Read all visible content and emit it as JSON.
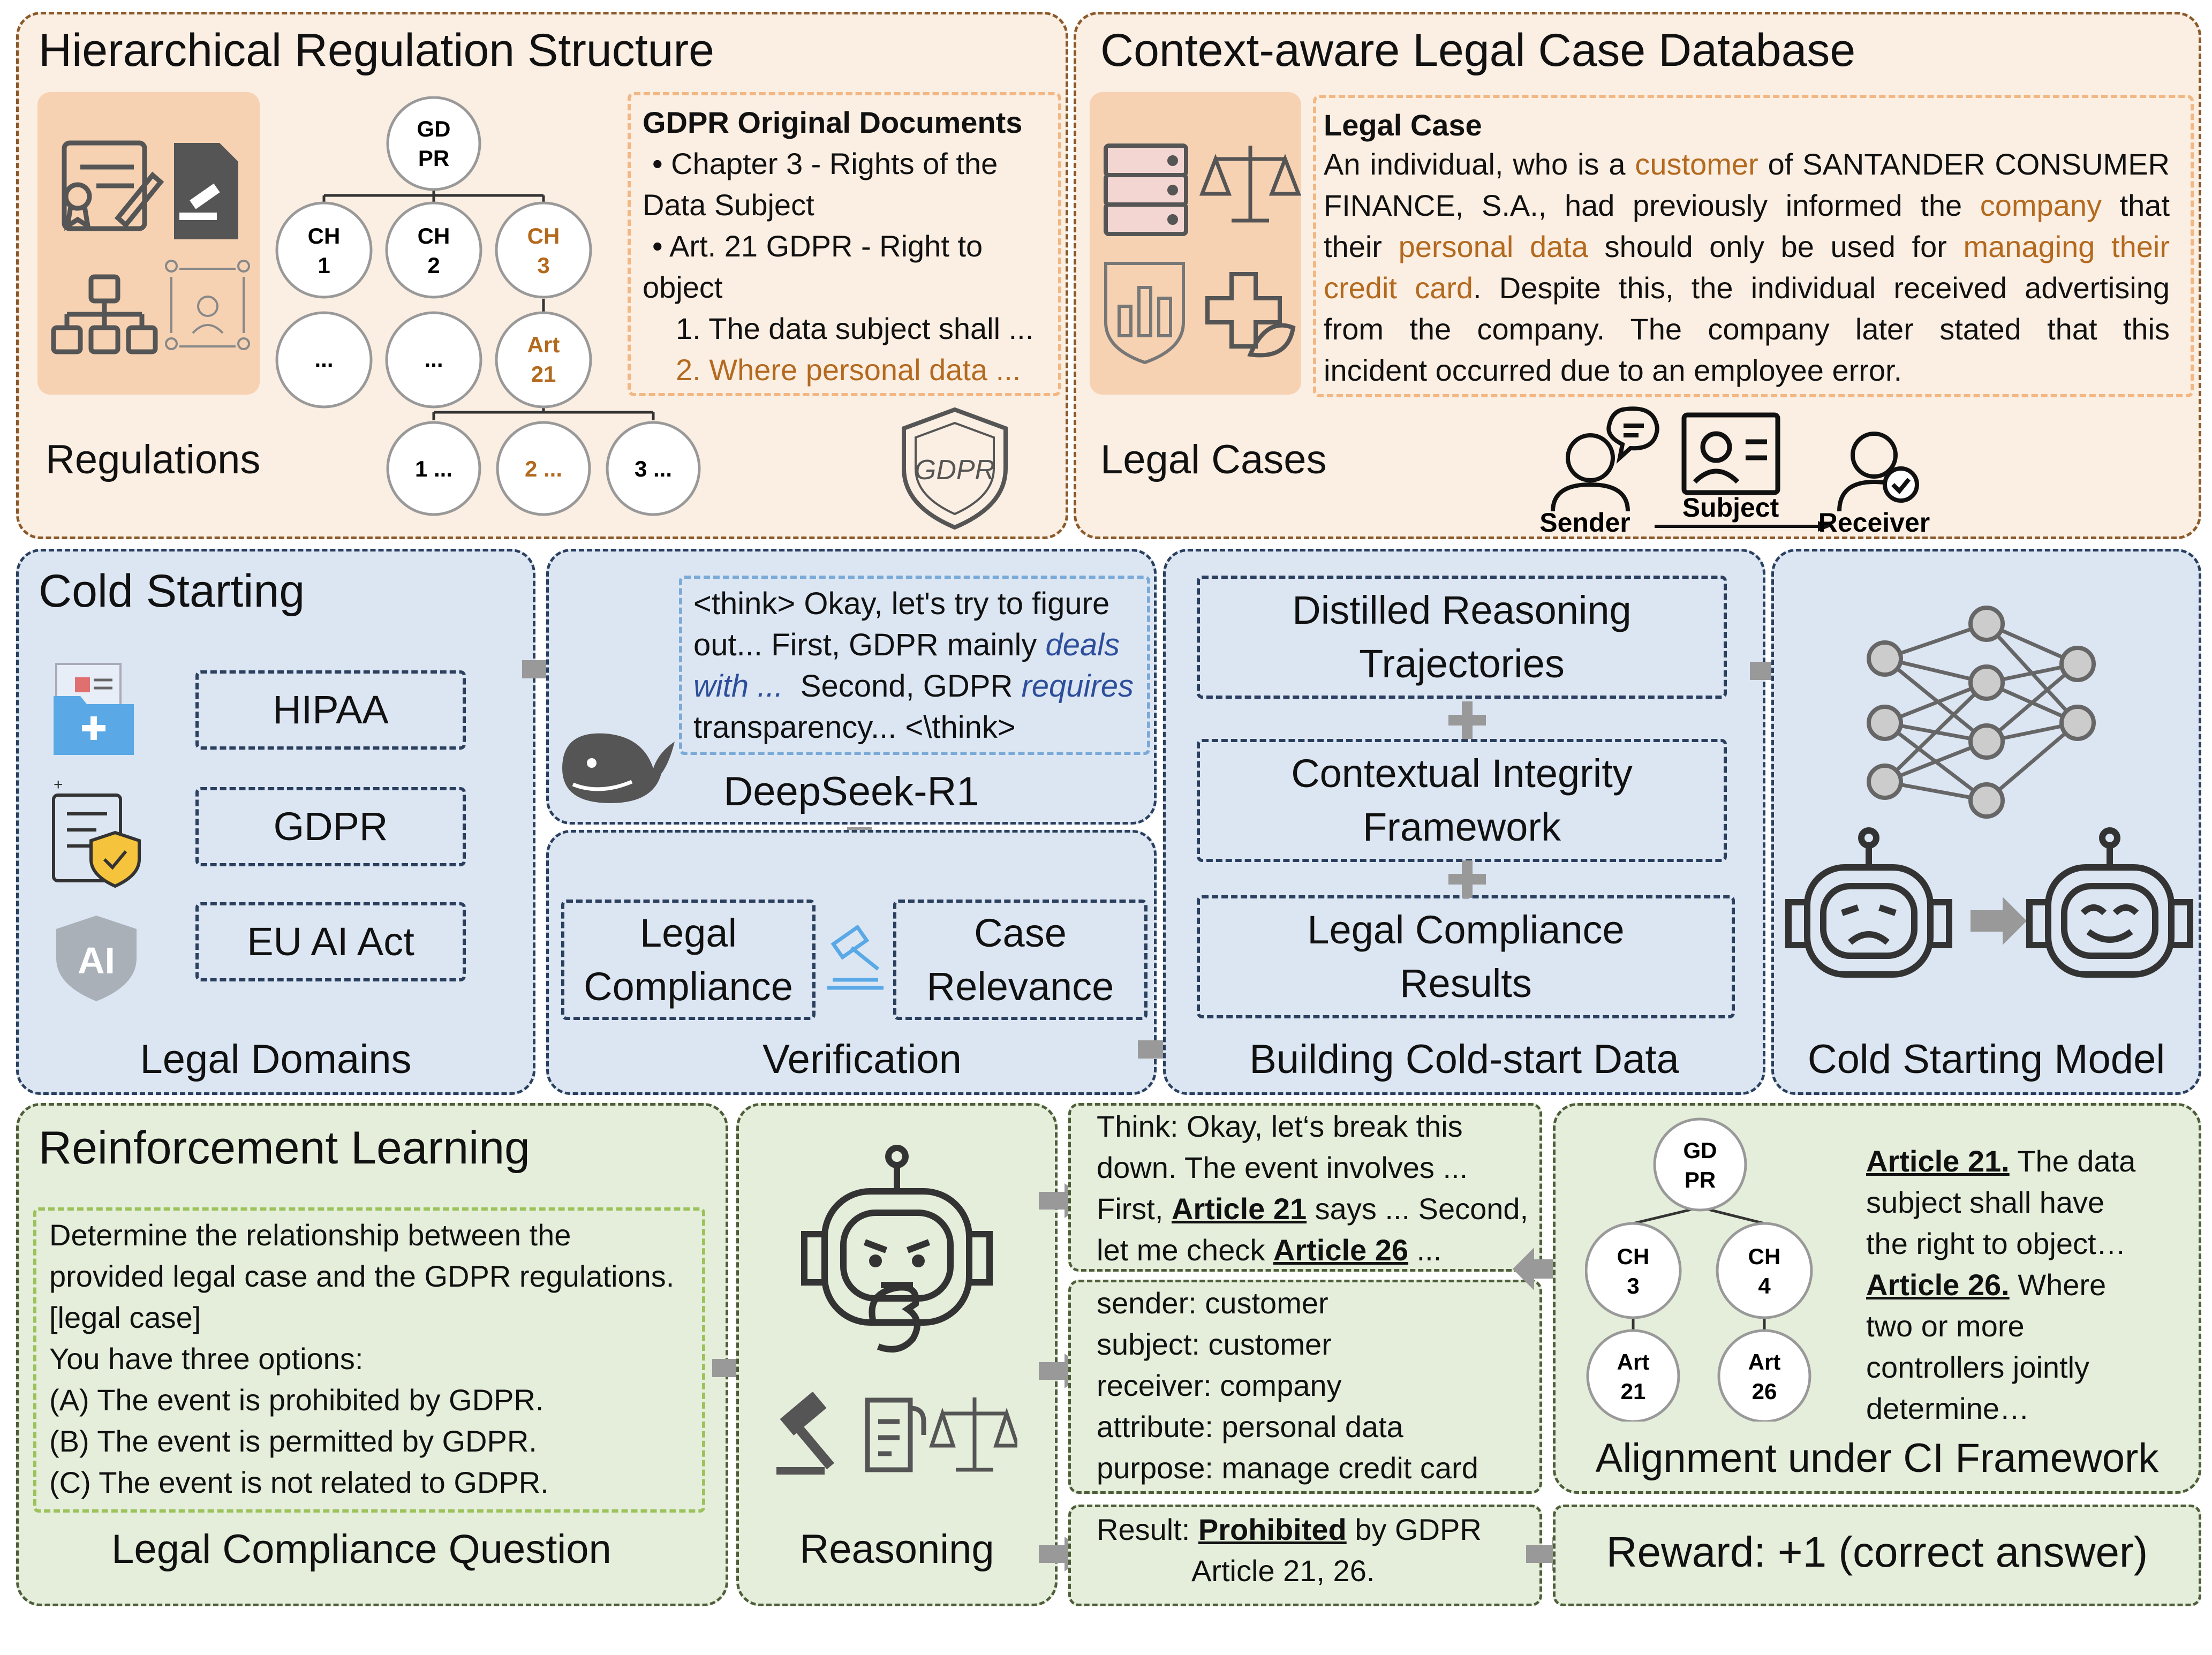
{
  "regulation": {
    "title": "Hierarchical Regulation Structure",
    "caption": "Regulations",
    "tree": {
      "root": [
        "GD",
        "PR"
      ],
      "chapters": [
        [
          "CH",
          "1"
        ],
        [
          "CH",
          "2"
        ],
        [
          "CH",
          "3"
        ]
      ],
      "second": [
        "...",
        "...",
        "Art",
        "21"
      ],
      "leaves": [
        "1 ...",
        "2 ...",
        "3 ..."
      ]
    },
    "docs": {
      "heading": "GDPR Original Documents",
      "line1": "• Chapter 3 - Rights of the",
      "line2": "Data Subject",
      "line3": "• Art. 21 GDPR - Right to",
      "line4": "object",
      "line5": "1. The data subject shall ...",
      "line6": "2. Where personal data ..."
    },
    "shield_text": "GDPR"
  },
  "legal_db": {
    "title": "Context-aware Legal Case Database",
    "caption": "Legal Cases",
    "case_heading": "Legal Case",
    "case_lines": [
      [
        "An individual, who is a ",
        "customer",
        " of SANTANDER CONSUMER"
      ],
      [
        "FINANCE, S.A., had previously informed the ",
        "company",
        " that"
      ],
      [
        "their ",
        "personal data",
        " should only be used for ",
        "managing their"
      ],
      [
        "credit card",
        ". Despite this, the individual received advertising"
      ],
      [
        "from the company. The company later stated that this"
      ],
      [
        "incident occurred due to an employee error."
      ]
    ],
    "roles": {
      "sender": "Sender",
      "subject": "Subject",
      "receiver": "Receiver"
    }
  },
  "cold": {
    "title": "Cold Starting",
    "domains": [
      "HIPAA",
      "GDPR",
      "EU AI Act"
    ],
    "domains_caption": "Legal Domains",
    "think_line1": "<think> Okay, let's try to figure",
    "think_line2a": "out... First, GDPR mainly ",
    "think_line2b": "deals",
    "think_line3a": "with ...",
    "think_line3b": "  Second, GDPR ",
    "think_line3c": "requires",
    "think_line4": "transparency... <\\think>",
    "model_caption": "DeepSeek-R1",
    "verify": [
      "Legal Compliance",
      "Case Relevance"
    ],
    "verify_caption": "Verification",
    "build": [
      "Distilled Reasoning Trajectories",
      "Contextual Integrity Framework",
      "Legal Compliance Results"
    ],
    "build_caption": "Building Cold-start Data",
    "model_out_caption": "Cold Starting Model",
    "ai_badge": "AI"
  },
  "rl": {
    "title": "Reinforcement Learning",
    "question_lines": [
      "Determine the relationship between the",
      "provided legal case and the GDPR regulations.",
      "[legal case]",
      "You have three options:",
      "(A) The event is prohibited by GDPR.",
      "(B) The event is permitted by GDPR.",
      "(C) The event is not related to GDPR."
    ],
    "question_caption": "Legal Compliance Question",
    "reasoning_caption": "Reasoning",
    "think": {
      "l1": "Think: Okay, let‘s break this",
      "l2": "down. The event involves ...",
      "l3a": "First, ",
      "l3b": "Article 21",
      "l3c": " says ... Second,",
      "l4a": "let me check ",
      "l4b": "Article 26",
      "l4c": " ..."
    },
    "ci_lines": [
      "sender: customer",
      "subject: customer",
      "receiver: company",
      "attribute: personal data",
      "purpose: manage credit card"
    ],
    "result": {
      "a": "Result: ",
      "b": "Prohibited",
      "c": " by GDPR",
      "d": "Article 21, 26."
    },
    "align_tree": {
      "root": [
        "GD",
        "PR"
      ],
      "chapters": [
        [
          "CH",
          "3"
        ],
        [
          "CH",
          "4"
        ]
      ],
      "arts": [
        [
          "Art",
          "21"
        ],
        [
          "Art",
          "26"
        ]
      ]
    },
    "align_text": {
      "a21": "Article 21.",
      "a21_rest": " The data",
      "l2": "subject shall have",
      "l3": "the right to object…",
      "a26": "Article 26.",
      "a26_rest": " Where",
      "l5": "two or more",
      "l6": "controllers jointly",
      "l7": "determine…"
    },
    "align_caption": "Alignment under CI Framework",
    "reward": "Reward: +1 (correct answer)"
  },
  "colors": {
    "orange": "#fbeee2",
    "blue": "#dce6f3",
    "green": "#e5eedb",
    "accent_brown": "#b36a1f",
    "accent_blue": "#2d4e9a"
  }
}
